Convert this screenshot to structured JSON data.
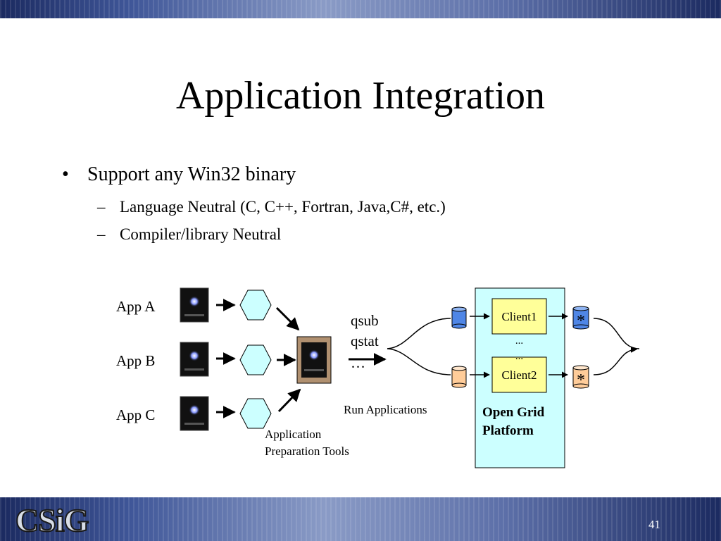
{
  "slide": {
    "title": "Application Integration",
    "page_number": "41",
    "logo_text": "CSiG"
  },
  "bullets": [
    {
      "marker": "•",
      "text": "Support any Win32 binary"
    },
    {
      "marker": "–",
      "text": "Language Neutral (C, C++, Fortran, Java,C#, etc.)"
    },
    {
      "marker": "–",
      "text": "Compiler/library Neutral"
    }
  ],
  "diagram": {
    "apps": [
      "App A",
      "App B",
      "App C"
    ],
    "commands": [
      "qsub",
      "qstat",
      "…"
    ],
    "prep_tools_label_line1": "Application",
    "prep_tools_label_line2": "Preparation Tools",
    "run_label": "Run Applications",
    "clients": [
      "Client1",
      "Client2"
    ],
    "ellipsis_top": "...",
    "ellipsis_bottom": "...",
    "platform_line1": "Open Grid",
    "platform_line2": "Platform",
    "star_symbol": "*",
    "colors": {
      "platform_fill": "#ccffff",
      "client_fill": "#ffff99",
      "hexagon_fill": "#ccffff",
      "package_bg": "#b09070",
      "db_blue": "#4f86e6",
      "db_orange": "#ffcc99"
    }
  }
}
